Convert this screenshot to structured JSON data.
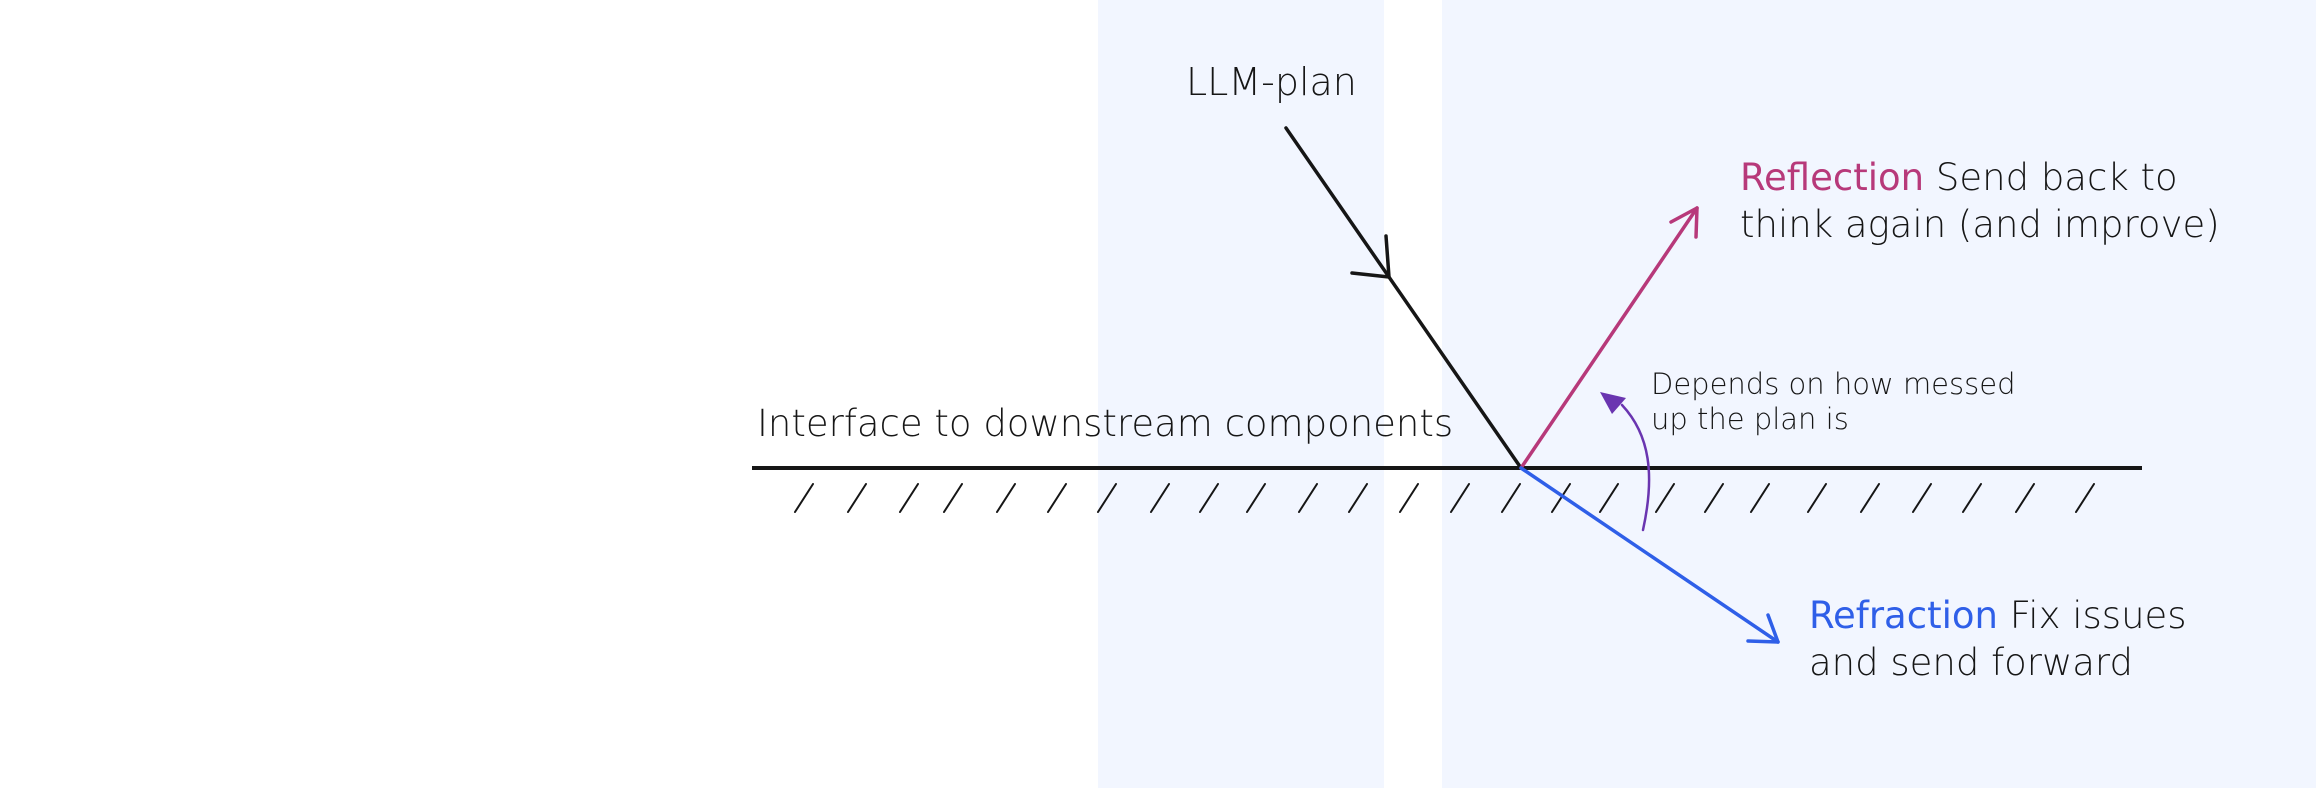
{
  "colors": {
    "panel": "#f2f6ff",
    "ink": "#161616",
    "reflection": "#b7397a",
    "refraction": "#2f5fe8",
    "depends_arrow": "#6a35b0"
  },
  "labels": {
    "llm_plan": "LLM-plan",
    "interface": "Interface to downstream components",
    "reflection_keyword": "Reflection",
    "reflection_line1": " Send back to",
    "reflection_line2": "think again (and improve)",
    "refraction_keyword": "Refraction",
    "refraction_line1": " Fix issues",
    "refraction_line2": "and send forward",
    "depends_line1": "Depends on how messed",
    "depends_line2": "up the plan is"
  }
}
